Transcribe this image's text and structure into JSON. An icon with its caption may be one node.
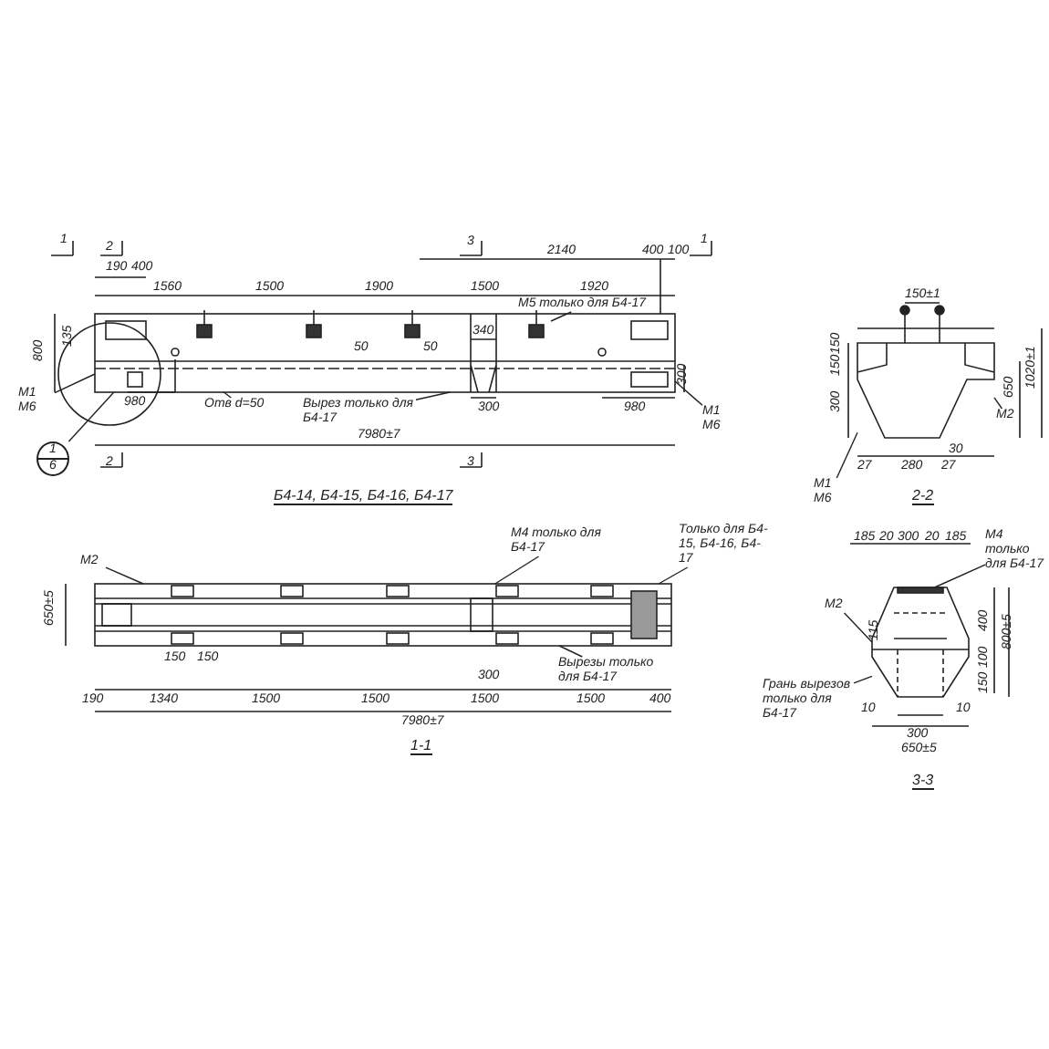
{
  "diagram": {
    "nodes": [
      {
        "text": [
          "М1 М6"
        ]
      },
      {
        "text": [
          "Отв d=50"
        ]
      },
      {
        "text": [
          "Вырез только для Б4-17"
        ]
      },
      {
        "text": [
          "М5 только для Б4-17"
        ]
      },
      {
        "text": [
          "М1 М6"
        ]
      },
      {
        "text": [
          "М2"
        ]
      },
      {
        "text": [
          "М1 М6"
        ]
      },
      {
        "text": [
          "М2"
        ]
      },
      {
        "text": [
          "М4 только для Б4-17"
        ]
      },
      {
        "text": [
          "Только для Б4-15, Б4-16, Б4-17"
        ]
      },
      {
        "text": [
          "Вырезы только для Б4-17"
        ]
      },
      {
        "text": [
          "М2"
        ]
      },
      {
        "text": [
          "М4 только для Б4-17"
        ]
      },
      {
        "text": [
          "Грань вырезов только для Б4-17"
        ]
      },
      {
        "text": [
          "1",
          "6"
        ]
      },
      {
        "text": [],
        "shape": "picture"
      },
      {
        "text": [],
        "shape": "picture"
      },
      {
        "text": [],
        "shape": "picture"
      },
      {
        "text": [],
        "shape": "picture"
      }
    ],
    "edges": [
      {
        "from": 0,
        "to": 15,
        "arrow": "none"
      },
      {
        "from": 1,
        "to": 15,
        "arrow": "none"
      },
      {
        "from": 2,
        "to": 15,
        "arrow": "none"
      },
      {
        "from": 3,
        "to": 15,
        "arrow": "none"
      },
      {
        "from": 4,
        "to": 15,
        "arrow": "none"
      },
      {
        "from": 5,
        "to": 16,
        "arrow": "none"
      },
      {
        "from": 6,
        "to": 16,
        "arrow": "none"
      },
      {
        "from": 7,
        "to": 17,
        "arrow": "none"
      },
      {
        "from": 8,
        "to": 17,
        "arrow": "none"
      },
      {
        "from": 9,
        "to": 17,
        "arrow": "none"
      },
      {
        "from": 10,
        "to": 17,
        "arrow": "none"
      },
      {
        "from": 11,
        "to": 18,
        "arrow": "none"
      },
      {
        "from": 12,
        "to": 18,
        "arrow": "none"
      },
      {
        "from": 13,
        "to": 18,
        "arrow": "none"
      },
      {
        "from": 14,
        "to": 15,
        "arrow": "none"
      }
    ],
    "labels": [
      "1",
      "2",
      "190",
      "400",
      "1560",
      "1500",
      "1900",
      "1500",
      "3",
      "2140",
      "400",
      "100",
      "1",
      "1920",
      "340",
      "800",
      "135",
      "50",
      "50",
      "980",
      "300",
      "980",
      "300",
      "7980±7",
      "2",
      "3",
      "Б4-14, Б4-15, Б4-16, Б4-17",
      "150±1",
      "150",
      "150",
      "300",
      "650",
      "1020±1",
      "27",
      "280",
      "27",
      "30",
      "2-2",
      "650±5",
      "150",
      "150",
      "300",
      "190",
      "1340",
      "1500",
      "1500",
      "1500",
      "1500",
      "400",
      "7980±7",
      "1-1",
      "185",
      "20",
      "300",
      "20",
      "185",
      "400",
      "100",
      "150",
      "800±5",
      "115",
      "10",
      "10",
      "300",
      "650±5",
      "3-3"
    ]
  }
}
